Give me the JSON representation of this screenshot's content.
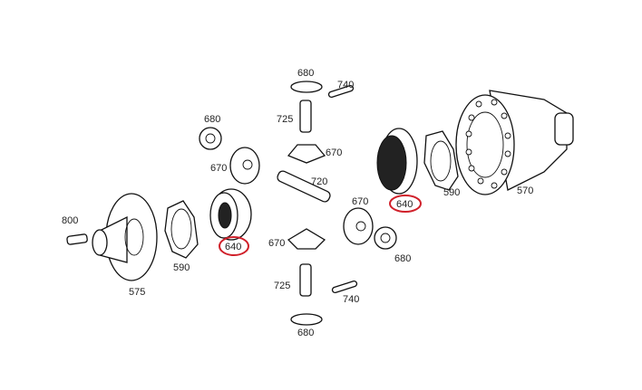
{
  "diagram": {
    "type": "exploded-parts-diagram",
    "highlight_color": "#d0202a",
    "labels": {
      "washer_top": "680",
      "pin_top": "740",
      "shaft_top": "725",
      "pinion_top": "670",
      "washer_left": "680",
      "pinion_left": "670",
      "cross_shaft": "720",
      "pinion_right": "670",
      "side_gear_right": "640",
      "thrust_plate_right": "590",
      "housing_right": "570",
      "bolt": "800",
      "side_gear_left": "640",
      "thrust_plate_left": "590",
      "housing_left": "575",
      "pinion_bottom": "670",
      "washer_right": "680",
      "shaft_bottom": "725",
      "pin_bottom": "740",
      "washer_bottom": "680"
    }
  }
}
